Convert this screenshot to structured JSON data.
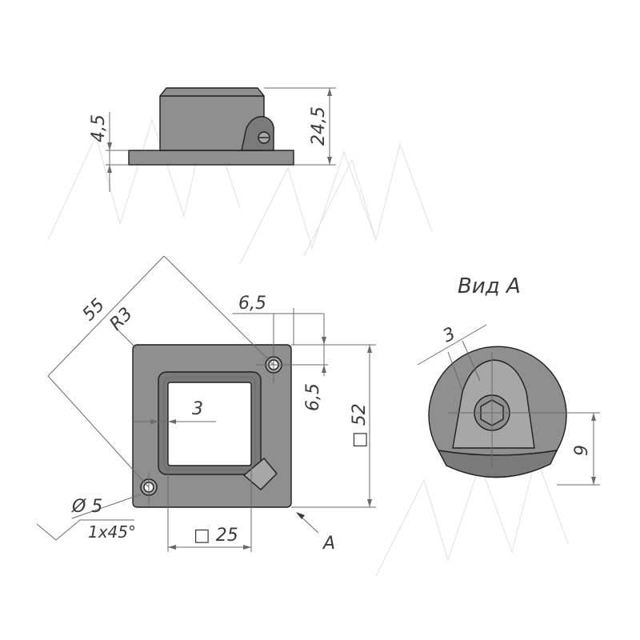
{
  "view_title": "Вид А",
  "dimensions": {
    "side_height_small": "4,5",
    "side_height_total": "24,5",
    "diagonal": "55",
    "radius": "R3",
    "hole_offset_x": "6,5",
    "hole_offset_y": "6,5",
    "wall_thickness": "3",
    "base_square": "□ 52",
    "inner_square": "□ 25",
    "hole_diameter": "Ø 5",
    "chamfer": "1x45°",
    "view_arrow": "A",
    "view_a_width": "3",
    "view_a_height": "9"
  },
  "colors": {
    "metal": "#8f8f8f",
    "outline": "#1e1e1e",
    "dimension_line": "#6a6a6a"
  }
}
